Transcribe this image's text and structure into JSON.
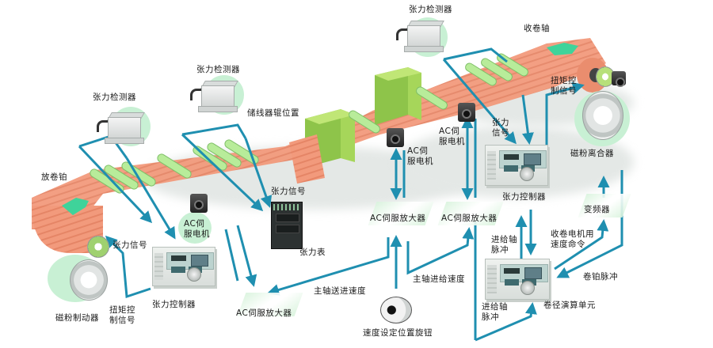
{
  "diagram": {
    "title": "张力控制系统示意图",
    "colors": {
      "web_material": "#f29a7c",
      "web_stripe": "#e07c5e",
      "roller_green": "#b8ec9a",
      "block_green": "#a6d65a",
      "signal_line": "#1f8fb0",
      "bubble_green": "#c8f0d4",
      "direction_arrow": "#3fd39a"
    },
    "labels": {
      "tension_detector_1": "张力检测器",
      "tension_detector_2": "张力检测器",
      "tension_detector_3": "张力检测器",
      "accumulator_position": "储线器辊位置",
      "take_up_shaft": "收卷轴",
      "unwind_shaft": "放卷铂",
      "ac_servo_motor_1": "AC伺\n服电机",
      "ac_servo_motor_2": "AC伺\n服电机",
      "ac_servo_motor_3": "AC伺\n服电机",
      "tension_signal_1": "张力信号",
      "tension_signal_2": "张力信号",
      "tension_signal_3": "张力\n信号",
      "tension_meter": "张力表",
      "tension_controller_1": "张力控制器",
      "tension_controller_2": "张力控制器",
      "magnetic_brake": "磁粉制动器",
      "magnetic_clutch": "磁粉离合器",
      "torque_signal_1": "扭矩控\n制信号",
      "torque_signal_2": "扭矩控\n制信号",
      "ac_servo_amp_1": "AC伺服放大器",
      "ac_servo_amp_2": "AC伺服放大器",
      "ac_servo_amp_3": "AC伺服放大器",
      "main_feed_speed": "主轴送进速度",
      "spindle_feed_speed": "主轴进给速度",
      "speed_knob": "速度设定位置旋钮",
      "inverter": "变频器",
      "winder_speed_cmd": "收卷电机用\n速度命令",
      "feed_shaft_pulse_1": "进给轴\n脉冲",
      "feed_shaft_pulse_2": "进给轴\n脉冲",
      "winding_pulse": "卷铂脉冲",
      "diameter_unit": "卷径演算单元"
    }
  }
}
